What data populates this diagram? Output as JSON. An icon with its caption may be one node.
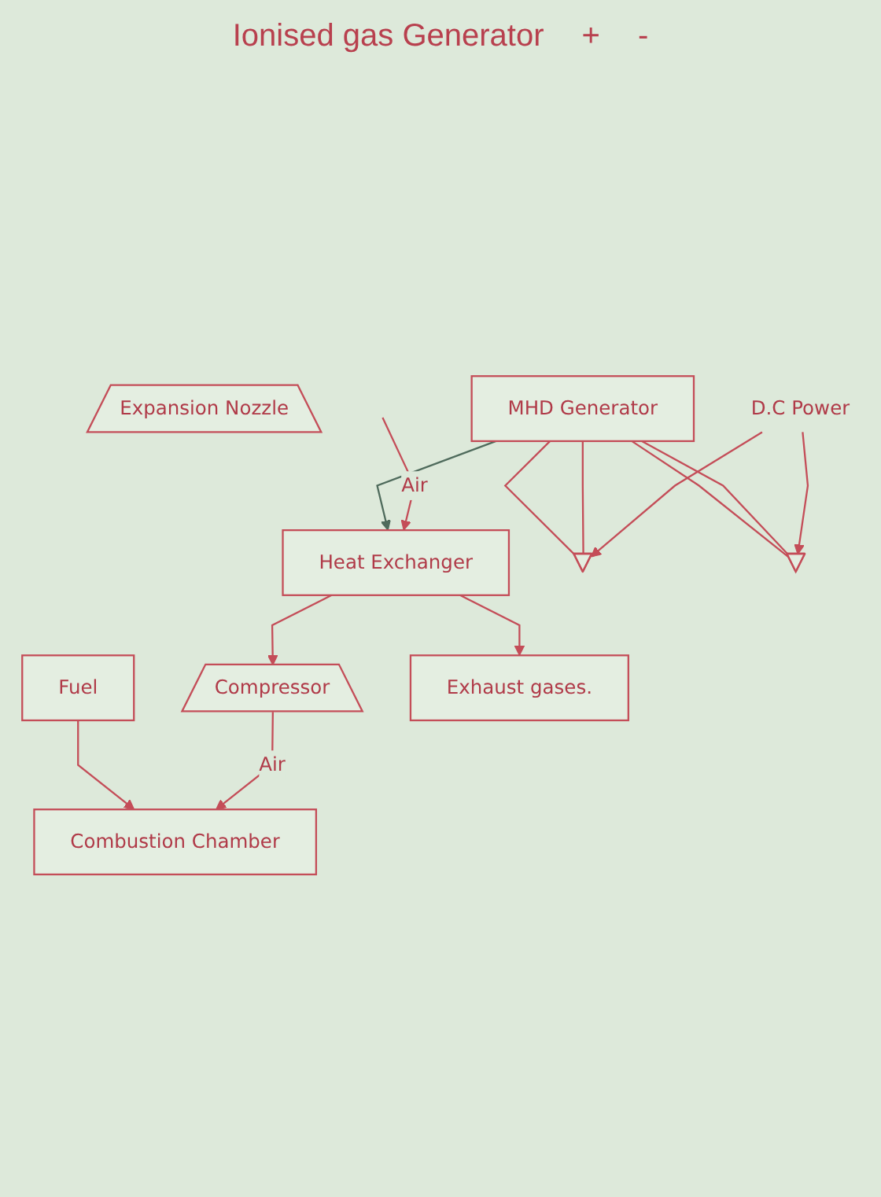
{
  "diagram": {
    "nodes": [
      {
        "text": [
          "Fuel"
        ]
      },
      {
        "text": [
          "Combustion Chamber"
        ]
      },
      {
        "text": [
          "Expansion Nozzle"
        ]
      },
      {
        "text": [
          "MHD Generator"
        ]
      },
      {
        "text": [
          "Compressor"
        ]
      },
      {
        "text": [
          "Heat Exchanger"
        ]
      },
      {
        "text": [
          "Exhaust gases."
        ]
      },
      {
        "text": [],
        "shape": "triangle"
      },
      {
        "text": [],
        "shape": "triangle"
      },
      {
        "text": [
          "D.C Power"
        ]
      }
    ],
    "edges": [
      {
        "from": 0,
        "to": 1,
        "arrow": "to"
      },
      {
        "from": 4,
        "to": 1,
        "arrow": "to",
        "label": "Air"
      },
      {
        "from": 3,
        "to": 8,
        "arrow": "none"
      },
      {
        "from": 3,
        "to": 8,
        "arrow": "none"
      },
      {
        "from": 3,
        "to": 7,
        "arrow": "none"
      },
      {
        "from": 3,
        "to": 7,
        "arrow": "none"
      },
      {
        "from": 3,
        "to": 5,
        "arrow": "to",
        "color": "#4f6b5c"
      },
      {
        "from": 5,
        "to": 4,
        "arrow": "to"
      },
      {
        "from": 5,
        "to": 6,
        "arrow": "to"
      },
      {
        "from": null,
        "to": 5,
        "arrow": "to",
        "label": "Air"
      },
      {
        "from": 9,
        "to": 8,
        "arrow": "to"
      },
      {
        "from": 9,
        "to": 7,
        "arrow": "to"
      }
    ],
    "labels": [
      "Ionised gas Generator",
      "+",
      "-"
    ]
  }
}
